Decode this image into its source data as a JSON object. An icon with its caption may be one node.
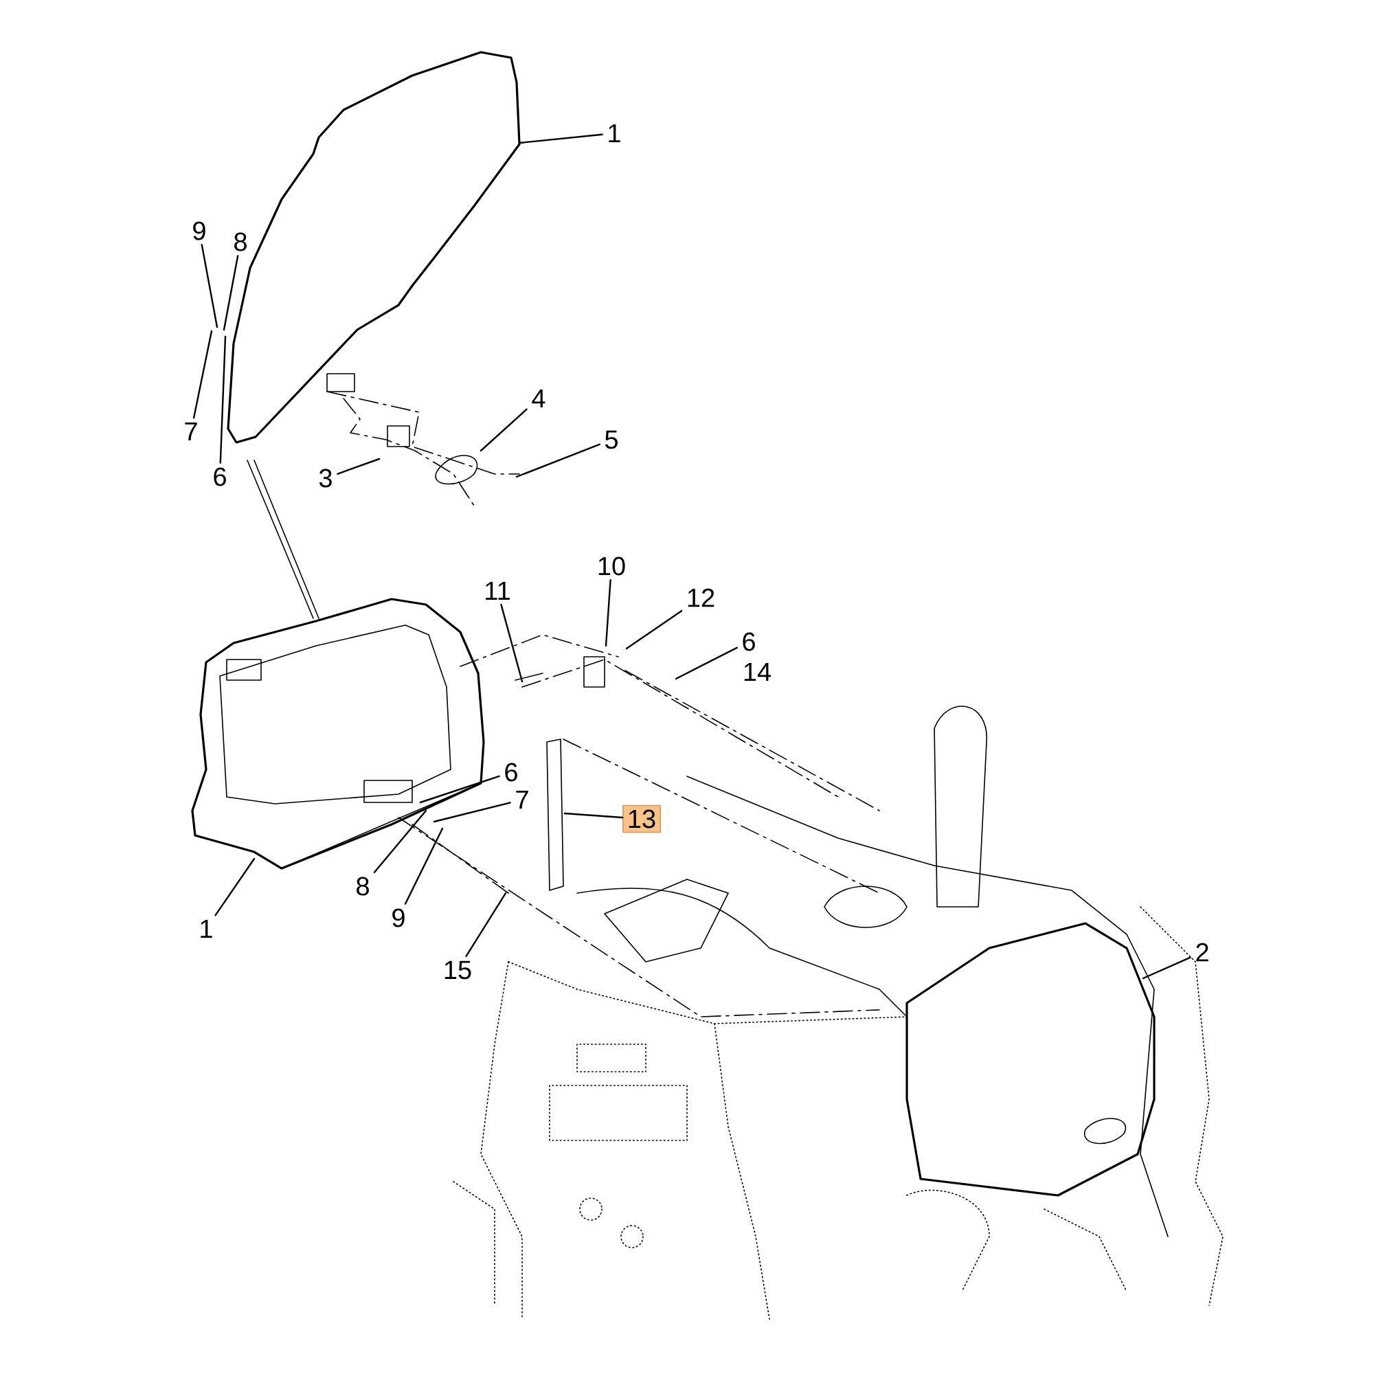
{
  "diagram": {
    "nodes": [
      {
        "text": [
          "1"
        ]
      },
      {
        "text": [
          "9"
        ]
      },
      {
        "text": [
          "8"
        ]
      },
      {
        "text": [
          "7"
        ]
      },
      {
        "text": [
          "6"
        ]
      },
      {
        "text": [
          "3"
        ]
      },
      {
        "text": [
          "4"
        ]
      },
      {
        "text": [
          "5"
        ]
      },
      {
        "text": [
          "11"
        ]
      },
      {
        "text": [
          "10"
        ]
      },
      {
        "text": [
          "12"
        ]
      },
      {
        "text": [
          "6"
        ]
      },
      {
        "text": [
          "6"
        ]
      },
      {
        "text": [
          "7"
        ]
      },
      {
        "text": [
          "13"
        ]
      },
      {
        "text": [
          "8"
        ]
      },
      {
        "text": [
          "9"
        ]
      },
      {
        "text": [
          "1"
        ]
      },
      {
        "text": [
          "15"
        ]
      },
      {
        "text": [
          "2"
        ]
      }
    ],
    "edges": [
      {
        "from": 0,
        "to": null,
        "arrow": "none"
      },
      {
        "from": 1,
        "to": null,
        "arrow": "none"
      },
      {
        "from": 2,
        "to": null,
        "arrow": "none"
      },
      {
        "from": 3,
        "to": null,
        "arrow": "none"
      },
      {
        "from": 4,
        "to": null,
        "arrow": "none"
      },
      {
        "from": 5,
        "to": null,
        "arrow": "none"
      },
      {
        "from": 6,
        "to": null,
        "arrow": "none"
      },
      {
        "from": 7,
        "to": null,
        "arrow": "none"
      },
      {
        "from": 8,
        "to": null,
        "arrow": "none"
      },
      {
        "from": 9,
        "to": null,
        "arrow": "none"
      },
      {
        "from": 10,
        "to": null,
        "arrow": "none"
      },
      {
        "from": 11,
        "to": null,
        "arrow": "none"
      },
      {
        "from": 12,
        "to": null,
        "arrow": "none"
      },
      {
        "from": 13,
        "to": null,
        "arrow": "none"
      },
      {
        "from": 14,
        "to": null,
        "arrow": "none"
      },
      {
        "from": 15,
        "to": null,
        "arrow": "none"
      },
      {
        "from": 16,
        "to": null,
        "arrow": "none"
      },
      {
        "from": 17,
        "to": null,
        "arrow": "none"
      },
      {
        "from": 18,
        "to": null,
        "arrow": "none"
      },
      {
        "from": 19,
        "to": null,
        "arrow": "none"
      }
    ],
    "labels": [
      "14"
    ]
  }
}
